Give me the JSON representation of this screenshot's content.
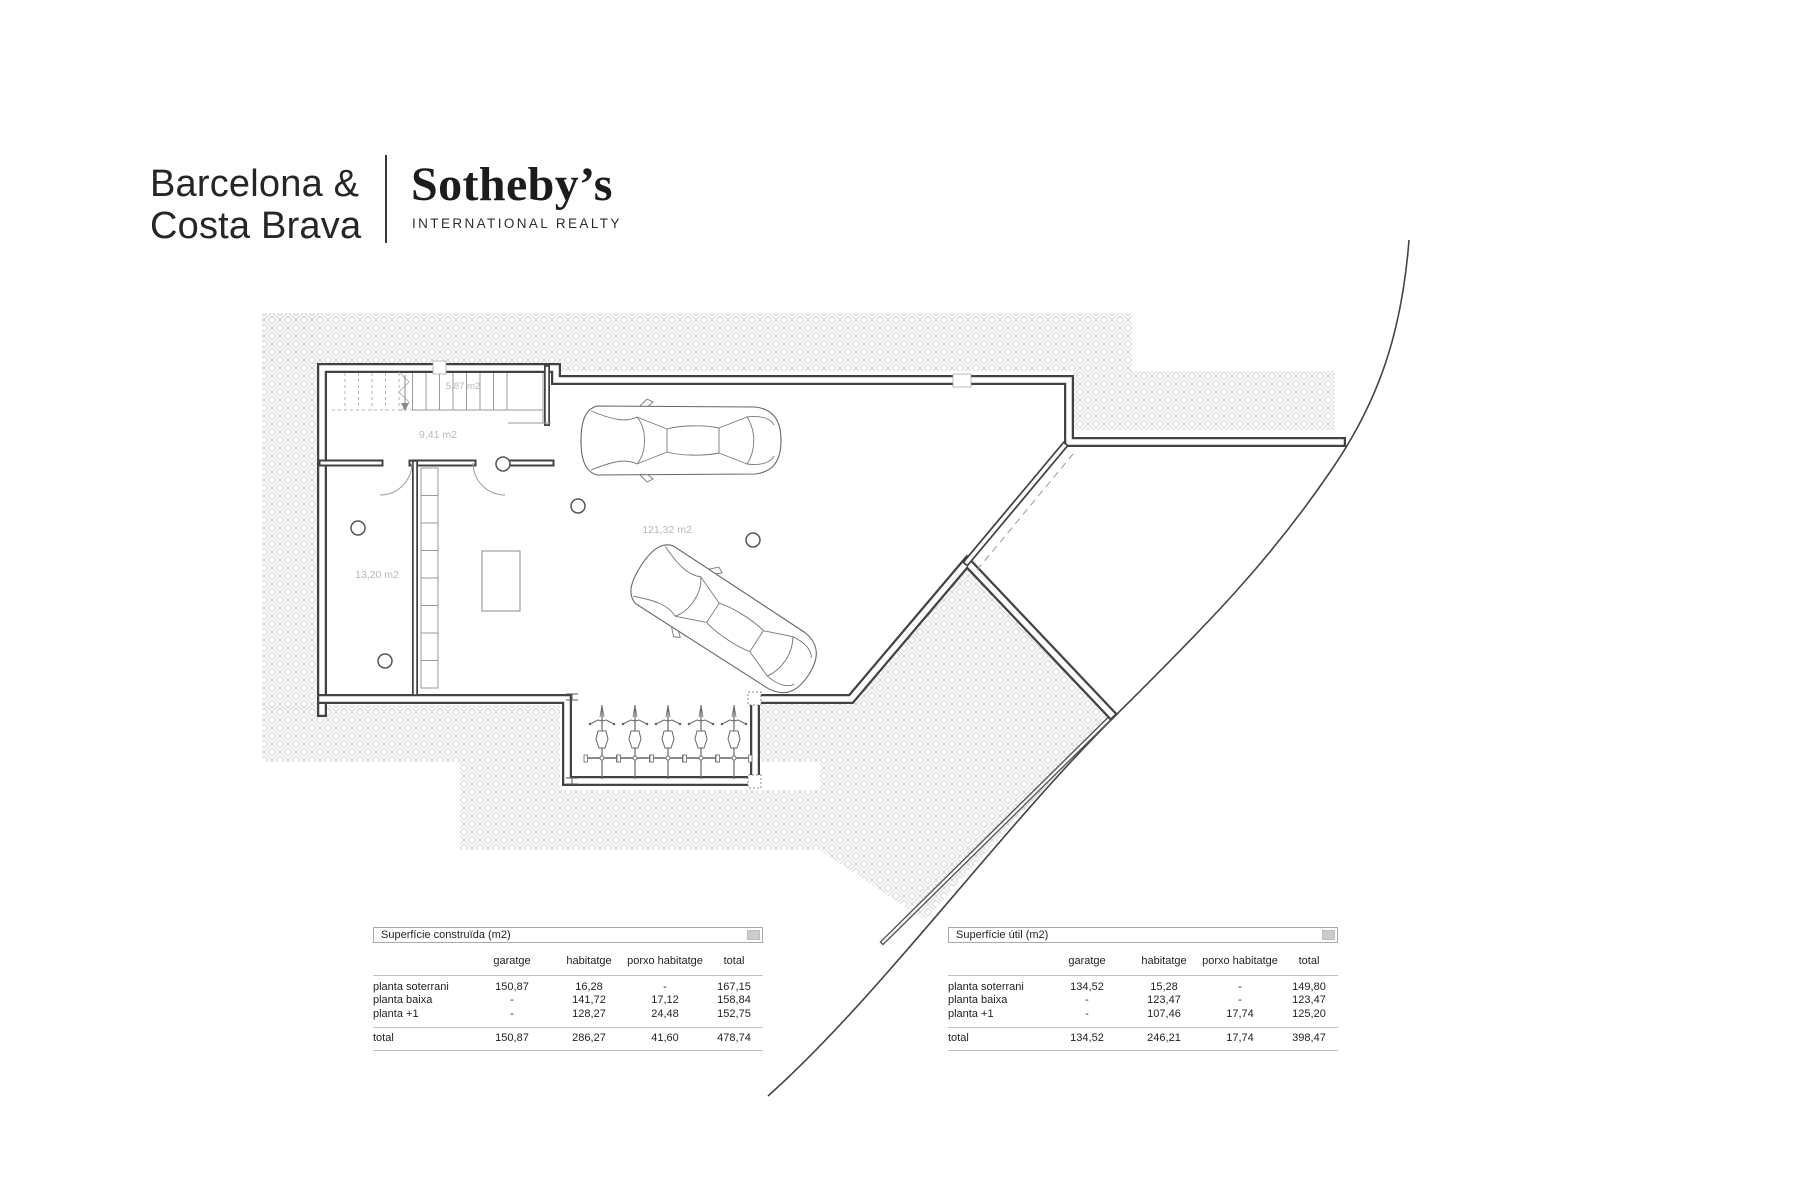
{
  "logo": {
    "region_line1": "Barcelona &",
    "region_line2": "Costa Brava",
    "brand": "Sotheby’s",
    "tagline": "INTERNATIONAL REALTY"
  },
  "plan": {
    "area_labels": {
      "stairs": "5,87 m2",
      "hall": "9,41 m2",
      "room": "13,20 m2",
      "garage": "121,32 m2"
    }
  },
  "tables": {
    "construida": {
      "title": "Superfície construïda (m2)",
      "columns": [
        "garatge",
        "habitatge",
        "porxo habitatge",
        "total"
      ],
      "rows": [
        {
          "label": "planta soterrani",
          "garatge": "150,87",
          "habitatge": "16,28",
          "porxo": "-",
          "total": "167,15"
        },
        {
          "label": "planta baixa",
          "garatge": "-",
          "habitatge": "141,72",
          "porxo": "17,12",
          "total": "158,84"
        },
        {
          "label": "planta +1",
          "garatge": "-",
          "habitatge": "128,27",
          "porxo": "24,48",
          "total": "152,75"
        }
      ],
      "total": {
        "label": "total",
        "garatge": "150,87",
        "habitatge": "286,27",
        "porxo": "41,60",
        "total": "478,74"
      }
    },
    "util": {
      "title": "Superfície útil (m2)",
      "columns": [
        "garatge",
        "habitatge",
        "porxo habitatge",
        "total"
      ],
      "rows": [
        {
          "label": "planta soterrani",
          "garatge": "134,52",
          "habitatge": "15,28",
          "porxo": "-",
          "total": "149,80"
        },
        {
          "label": "planta baixa",
          "garatge": "-",
          "habitatge": "123,47",
          "porxo": "-",
          "total": "123,47"
        },
        {
          "label": "planta +1",
          "garatge": "-",
          "habitatge": "107,46",
          "porxo": "17,74",
          "total": "125,20"
        }
      ],
      "total": {
        "label": "total",
        "garatge": "134,52",
        "habitatge": "246,21",
        "porxo": "17,74",
        "total": "398,47"
      }
    }
  },
  "colors": {
    "wall": "#424242",
    "hatch_line": "#d2d2d2",
    "plan_label": "#b8b8b8",
    "table_rule": "#bfbfbf",
    "handle": "#cccccc"
  }
}
